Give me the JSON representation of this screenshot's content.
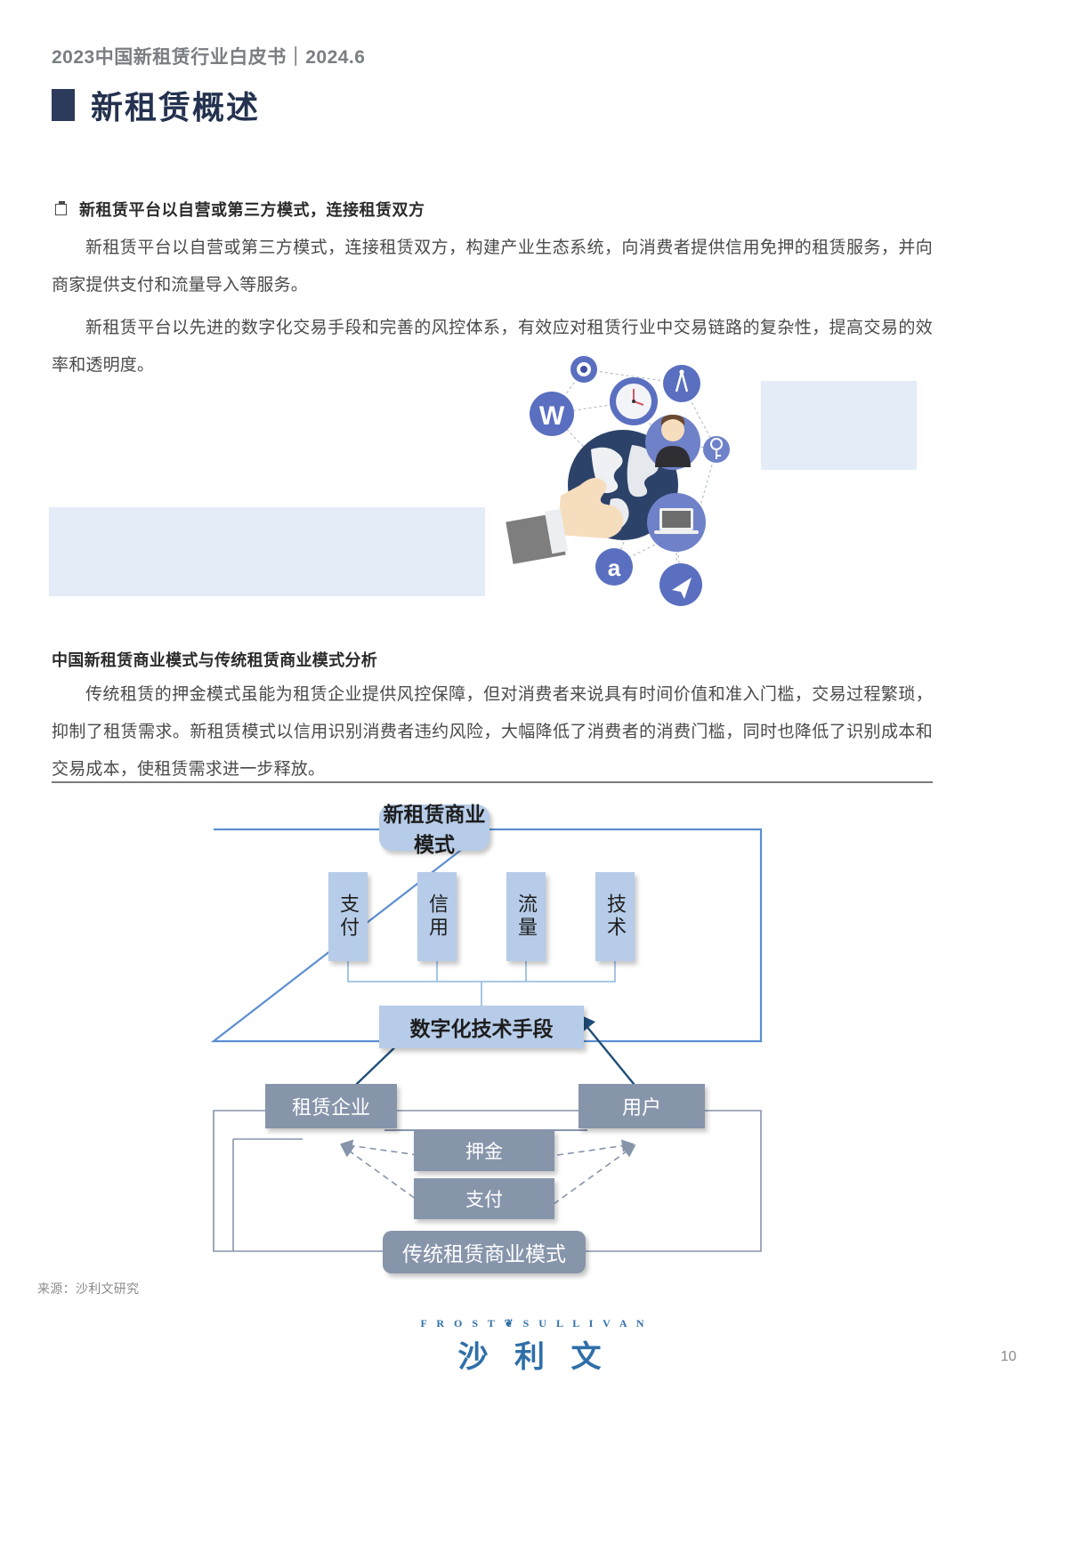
{
  "header": {
    "running_head": "2023中国新租赁行业白皮书｜2024.6",
    "section_title": "新租赁概述"
  },
  "bullet_heading": "新租赁平台以自营或第三方模式，连接租赁双方",
  "paragraphs": {
    "p1": "新租赁平台以自营或第三方模式，连接租赁双方，构建产业生态系统，向消费者提供信用免押的租赁服务，并向商家提供支付和流量导入等服务。",
    "p2": "新租赁平台以先进的数字化交易手段和完善的风控体系，有效应对租赁行业中交易链路的复杂性，提高交易的效率和透明度。",
    "p3": "传统租赁的押金模式虽能为租赁企业提供风控保障，但对消费者来说具有时间价值和准入门槛，交易过程繁琐，抑制了租赁需求。新租赁模式以信用识别消费者违约风险，大幅降低了消费者的消费门槛，同时也降低了识别成本和交易成本，使租赁需求进一步释放。"
  },
  "sub_heading": "中国新租赁商业模式与传统租赁商业模式分析",
  "illustration": {
    "nodes": [
      "target-icon",
      "compass-icon",
      "clock-icon",
      "w-letter-icon",
      "person-icon",
      "key-icon",
      "laptop-icon",
      "a-letter-icon",
      "paper-plane-icon"
    ],
    "center": "globe-in-hand-icon"
  },
  "diagram": {
    "new_model_title": "新租赁商业模式",
    "pillars": [
      "支付",
      "信用",
      "流量",
      "技术"
    ],
    "digital_means": "数字化技术手段",
    "enterprise": "租赁企业",
    "user": "用户",
    "deposit": "押金",
    "payment": "支付",
    "traditional_model_title": "传统租赁商业模式",
    "colors": {
      "blue_node": "#b6cce8",
      "grey_node": "#8795ab",
      "blue_frame": "#5b8fd1",
      "grey_frame": "#8795ab",
      "arrow_blue": "#1f4e79"
    }
  },
  "footer": {
    "source": "来源：沙利文研究",
    "logo_en": "F R O S T  ❦  S U L L I V A N",
    "logo_cn": "沙 利 文",
    "page_number": "10"
  }
}
